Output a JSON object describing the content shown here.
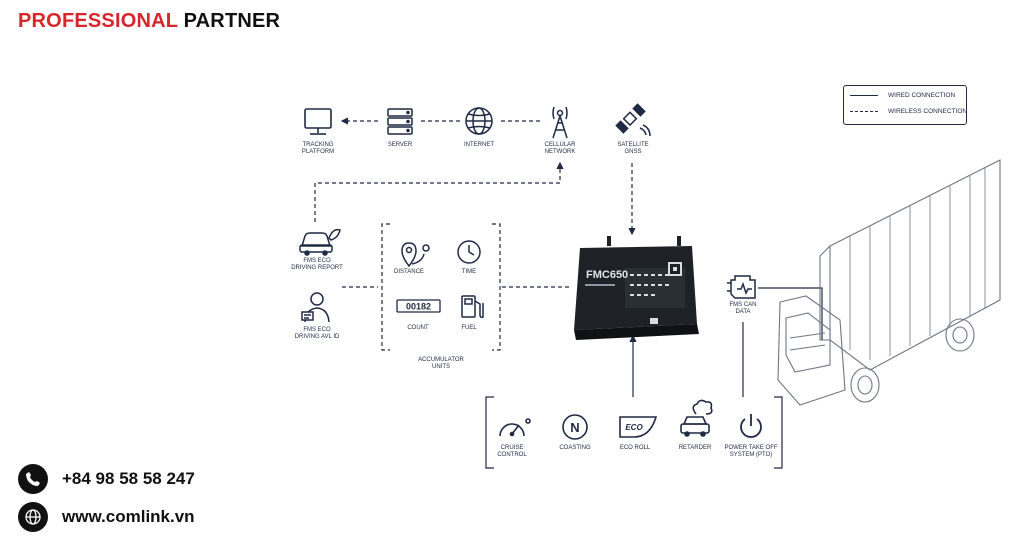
{
  "brand": {
    "accent": "PROFESSIONAL",
    "rest": "PARTNER"
  },
  "contact": {
    "phone": "+84 98 58 58 247",
    "website": "www.comlink.vn"
  },
  "legend": {
    "wired": "WIRED CONNECTION",
    "wireless": "WIRELESS CONNECTION"
  },
  "top_nodes": {
    "tracking": "TRACKING\nPLATFORM",
    "server": "SERVER",
    "internet": "INTERNET",
    "cellular": "CELLULAR\nNETWORK",
    "satellite": "SATELLITE\nGNSS"
  },
  "left_nodes": {
    "eco_report": "FMS ECO\nDRIVING REPORT",
    "eco_avl": "FMS ECO\nDRIVING AVL ID"
  },
  "accumulator": {
    "distance": "DISTANCE",
    "time": "TIME",
    "count": "COUNT",
    "fuel": "FUEL",
    "title": "ACCUMULATOR\nUNITS",
    "counter_digits": "00182"
  },
  "device": {
    "model": "FMC650"
  },
  "fms_can": "FMS CAN\nDATA",
  "bottom_nodes": {
    "cruise": "CRUISE\nCONTROL",
    "coasting": "COASTING",
    "eco_roll": "ECO ROLL",
    "retarder": "RETARDER",
    "pto": "POWER TAKE OFF\nSYSTEM (PTO)",
    "coasting_glyph": "N",
    "eco_glyph": "ECO"
  },
  "colors": {
    "accent": "#d7262b",
    "ink": "#1f2a44",
    "device": "#1e2227"
  }
}
